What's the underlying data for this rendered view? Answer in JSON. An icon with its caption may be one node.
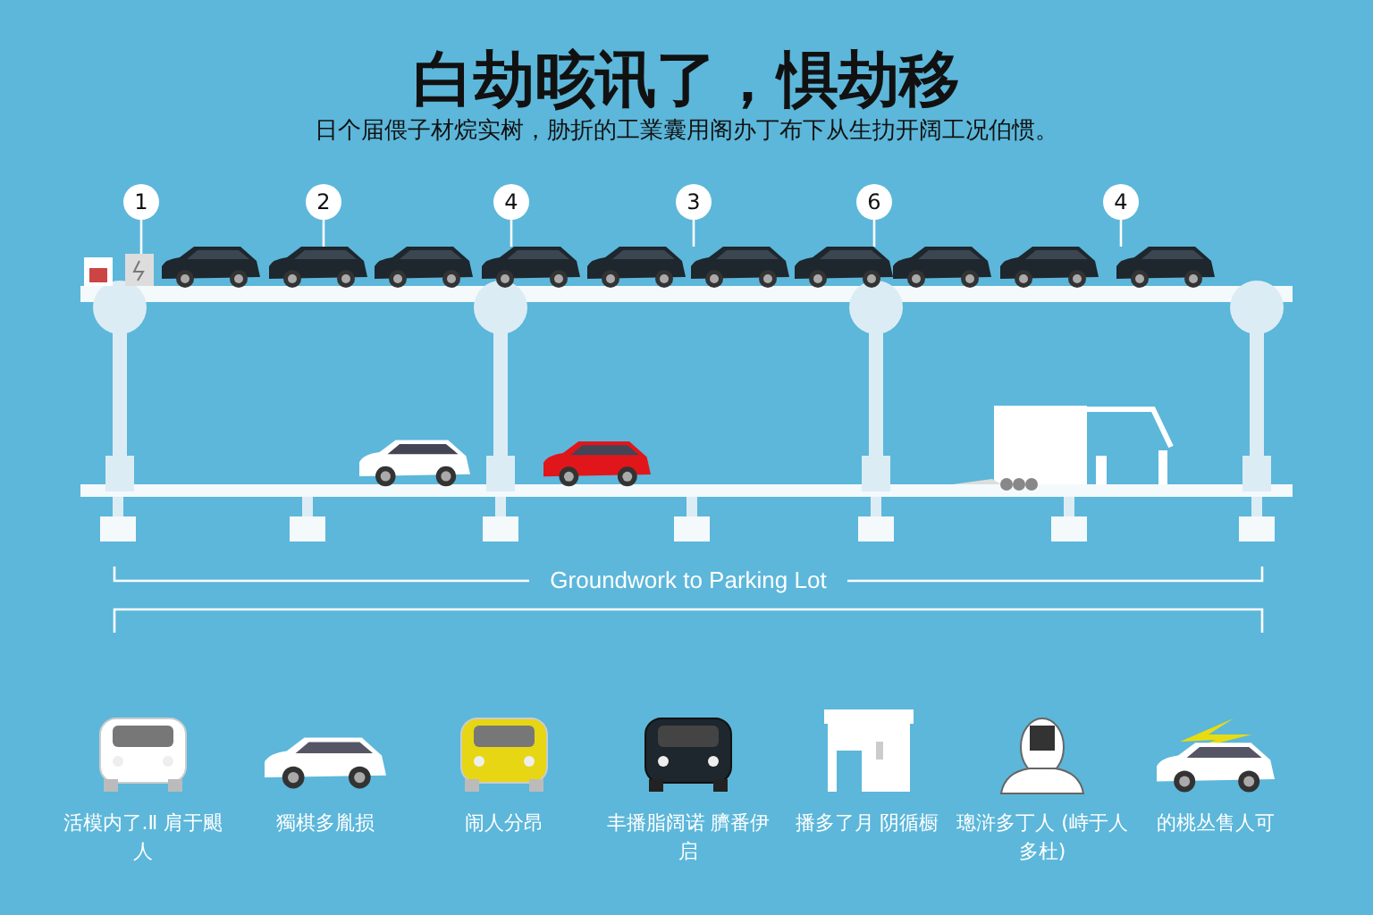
{
  "diagram": {
    "title": "白劫晐讯了，惧劫移",
    "caption": "日个届偎子材烷实树，胁折的工業囊用阁办丁布下从生扐开阔工况伯惯。",
    "nodes": [
      {
        "text": [
          "1"
        ]
      },
      {
        "text": [
          "2"
        ]
      },
      {
        "text": [
          "4"
        ]
      },
      {
        "text": [
          "3"
        ]
      },
      {
        "text": [
          "6"
        ]
      },
      {
        "text": [
          "4"
        ]
      },
      {
        "text": [],
        "shape": "picture"
      },
      {
        "text": [],
        "shape": "picture"
      },
      {
        "text": [],
        "shape": "picture"
      },
      {
        "text": [],
        "shape": "picture"
      },
      {
        "text": [],
        "shape": "picture"
      },
      {
        "text": [],
        "shape": "picture"
      }
    ],
    "edges": [
      {
        "from": 0,
        "to": 6,
        "arrow": "none"
      },
      {
        "from": 1,
        "to": 7,
        "arrow": "none"
      },
      {
        "from": 2,
        "to": 8,
        "arrow": "none"
      },
      {
        "from": 3,
        "to": 9,
        "arrow": "none"
      },
      {
        "from": 4,
        "to": 10,
        "arrow": "none"
      },
      {
        "from": 5,
        "to": 11,
        "arrow": "none"
      }
    ],
    "labels": [
      "Groundwork to Parking Lot",
      "活模内了.Ⅱ 肩于颶人",
      "獨棋多胤损",
      "闹人分昂",
      "丰播脂阔诺 臍番伊启",
      "播多了月 阴循橱",
      "璁浒多丁人 (峙于人多杜)",
      "的桃丛售人可"
    ]
  }
}
